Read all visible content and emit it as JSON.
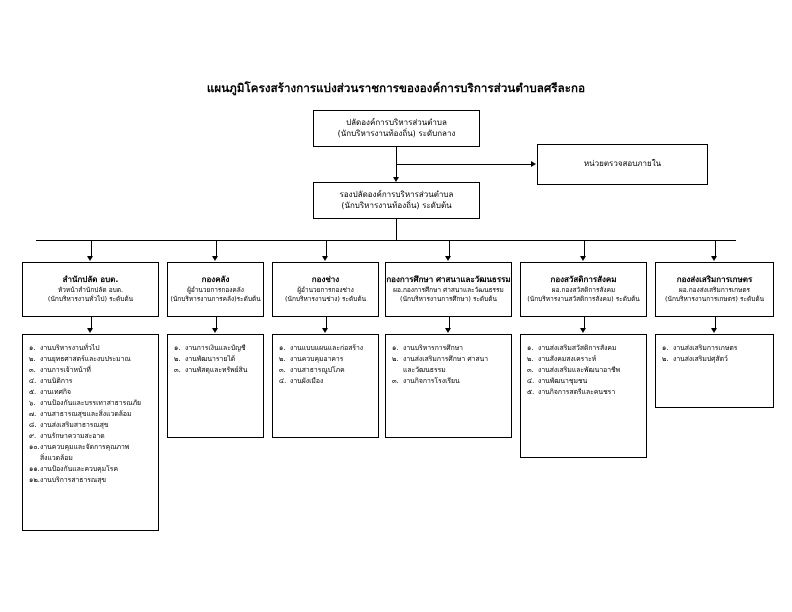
{
  "title": "แผนภูมิโครงสร้างการแบ่งส่วนราชการขององค์การบริการส่วนตำบลศรีละกอ",
  "nodes": {
    "chief": {
      "line1": "ปลัดองค์การบริหารส่วนตำบล",
      "line2": "(นักบริหารงานท้องถิ่น) ระดับกลาง"
    },
    "deputy": {
      "line1": "รองปลัดองค์การบริหารส่วนตำบล",
      "line2": "(นักบริหารงานท้องถิ่น) ระดับต้น"
    },
    "internal_audit": {
      "line1": "หน่วยตรวจสอบภายใน"
    }
  },
  "departments": [
    {
      "name": "สำนักปลัด อบต.",
      "role": "หัวหน้าสำนักปลัด อบต.",
      "rank": "(นักบริหารงานทั่วไป) ระดับต้น",
      "tasks": [
        {
          "no": "๑.",
          "text": "งานบริหารงานทั่วไป"
        },
        {
          "no": "๒.",
          "text": "งานยุทธศาสตร์และงบประมาณ"
        },
        {
          "no": "๓.",
          "text": "งานการเจ้าหน้าที่"
        },
        {
          "no": "๔.",
          "text": "งานนิติการ"
        },
        {
          "no": "๕.",
          "text": "งานเทศกิจ"
        },
        {
          "no": "๖.",
          "text": "งานป้องกันและบรรเทาสาธารณภัย"
        },
        {
          "no": "๗.",
          "text": "งานสาธารณสุขและสิ่งแวดล้อม"
        },
        {
          "no": "๘.",
          "text": "งานส่งเสริมสาธารณสุข"
        },
        {
          "no": "๙.",
          "text": "งานรักษาความสะอาด"
        },
        {
          "no": "๑๐.",
          "text": "งานควบคุมและจัดการคุณภาพ"
        },
        {
          "no": "",
          "text": "สิ่งแวดล้อม"
        },
        {
          "no": "๑๑.",
          "text": "งานป้องกันและควบคุมโรค"
        },
        {
          "no": "๑๒.",
          "text": "งานบริการสาธารณสุข"
        }
      ]
    },
    {
      "name": "กองคลัง",
      "role": "ผู้อำนวยการกองคลัง",
      "rank": "(นักบริหารงานการคลัง)ระดับต้น",
      "tasks": [
        {
          "no": "๑.",
          "text": "งานการเงินและบัญชี"
        },
        {
          "no": "๒.",
          "text": "งานพัฒนารายได้"
        },
        {
          "no": "๓.",
          "text": "งานพัสดุและทรัพย์สิน"
        }
      ]
    },
    {
      "name": "กองช่าง",
      "role": "ผู้อำนวยการกองช่าง",
      "rank": "(นักบริหารงานช่าง) ระดับต้น",
      "tasks": [
        {
          "no": "๑.",
          "text": "งานแบบแผนและก่อสร้าง"
        },
        {
          "no": "๒.",
          "text": "งานควบคุมอาคาร"
        },
        {
          "no": "๓.",
          "text": "งานสาธารณูปโภค"
        },
        {
          "no": "๔.",
          "text": "งานผังเมือง"
        }
      ]
    },
    {
      "name": "กองการศึกษา ศาสนาและวัฒนธรรม",
      "role": "ผอ.กองการศึกษา ศาสนาและวัฒนธรรม",
      "rank": "(นักบริหารงานการศึกษา) ระดับต้น",
      "tasks": [
        {
          "no": "๑.",
          "text": "งานบริหารการศึกษา"
        },
        {
          "no": "๒.",
          "text": "งานส่งเสริมการศึกษา ศาสนา"
        },
        {
          "no": "",
          "text": "และวัฒนธรรม"
        },
        {
          "no": "๓.",
          "text": "งานกิจการโรงเรียน"
        }
      ]
    },
    {
      "name": "กองสวัสดิการสังคม",
      "role": "ผอ.กองสวัสดิการสังคม",
      "rank": "(นักบริหารงานสวัสดิการสังคม) ระดับต้น",
      "tasks": [
        {
          "no": "๑.",
          "text": "งานส่งเสริมสวัสดิการสังคม"
        },
        {
          "no": "๒.",
          "text": "งานสังคมสงเคราะห์"
        },
        {
          "no": "๓.",
          "text": "งานส่งเสริมและพัฒนาอาชีพ"
        },
        {
          "no": "๔.",
          "text": "งานพัฒนาชุมชน"
        },
        {
          "no": "๕.",
          "text": "งานกิจการสตรีและคนชรา"
        }
      ]
    },
    {
      "name": "กองส่งเสริมการเกษตร",
      "role": "ผอ.กองส่งเสริมการเกษตร",
      "rank": "(นักบริหารงานการเกษตร) ระดับต้น",
      "tasks": [
        {
          "no": "๑.",
          "text": "งานส่งเสริมการเกษตร"
        },
        {
          "no": "๒.",
          "text": "งานส่งเสริมปศุสัตว์"
        }
      ]
    }
  ]
}
